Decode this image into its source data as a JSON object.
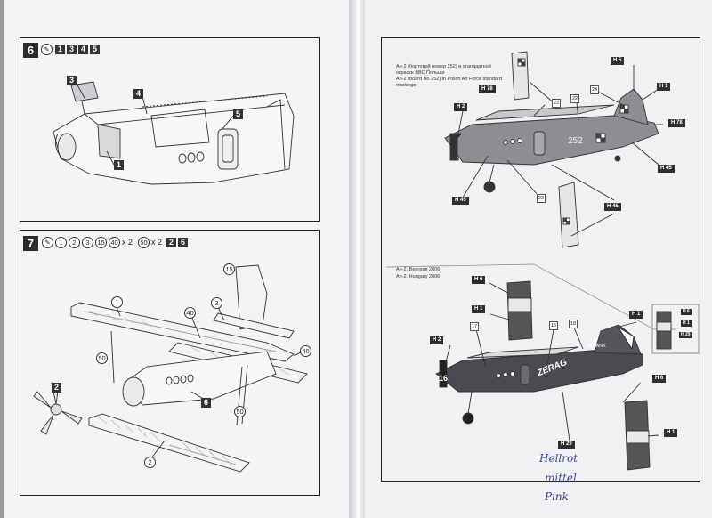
{
  "step6": {
    "number": "6",
    "parts": [
      "1",
      "3",
      "4",
      "5"
    ],
    "callouts": [
      "3",
      "4",
      "5",
      "1"
    ]
  },
  "step7": {
    "number": "7",
    "parts_before": [
      "1",
      "2",
      "3",
      "15",
      "40"
    ],
    "x1": "x 2",
    "part_50": "50",
    "x2": "x 2",
    "parts_after": [
      "2",
      "6"
    ],
    "callouts": [
      "15",
      "1",
      "40",
      "3",
      "40",
      "50",
      "2",
      "6",
      "50",
      "2"
    ]
  },
  "poland": {
    "caption_ru_1": "Ан-2 (бортовой номер 252) в стандартной",
    "caption_ru_2": "окраске ВВС Польши",
    "caption_en_1": "An-2 (board No 252) in Polish Air Force standard",
    "caption_en_2": "markings",
    "board_number": "252",
    "tags": [
      "H 5",
      "H 1",
      "H 78",
      "H 2",
      "H 78",
      "H 45",
      "H 45",
      "H 45"
    ],
    "decals": [
      "24",
      "22",
      "23",
      "23"
    ]
  },
  "hungary": {
    "caption_ru": "Ан-2. Венгрия 2006",
    "caption_en": "An-2. Hungary 2006",
    "registration": "HA-ANK",
    "nose_number": "16",
    "fuselage_text": "ZERAG",
    "tags": [
      "H 6",
      "H 1",
      "H 1",
      "H 2",
      "H 6",
      "H 1",
      "H 29"
    ],
    "inset_tags": [
      "H 6",
      "H 1",
      "H 29"
    ],
    "decals": [
      "17",
      "15",
      "18"
    ]
  },
  "handwriting": [
    "Hellrot",
    "mittel",
    "Pink"
  ]
}
